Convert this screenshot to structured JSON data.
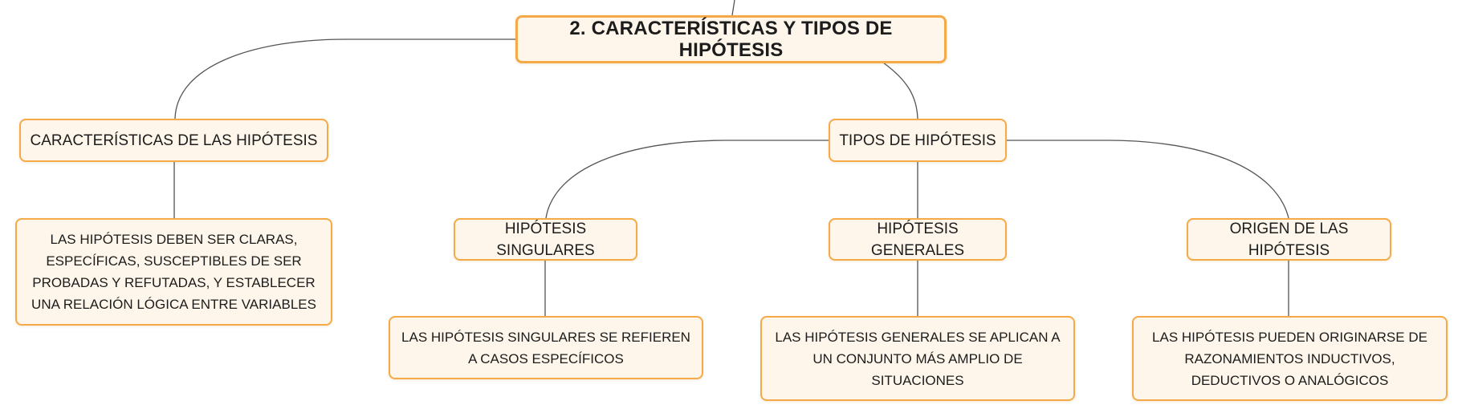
{
  "diagram": {
    "root": {
      "label": "2. CARACTERÍSTICAS Y TIPOS DE HIPÓTESIS"
    },
    "characteristics": {
      "label": "CARACTERÍSTICAS DE LAS HIPÓTESIS",
      "detail": "LAS HIPÓTESIS DEBEN SER CLARAS, ESPECÍFICAS, SUSCEPTIBLES DE SER PROBADAS Y REFUTADAS, Y ESTABLECER UNA RELACIÓN LÓGICA ENTRE VARIABLES"
    },
    "types": {
      "label": "TIPOS DE HIPÓTESIS",
      "singular": {
        "label": "HIPÓTESIS SINGULARES",
        "detail": "LAS HIPÓTESIS SINGULARES SE REFIEREN A CASOS ESPECÍFICOS"
      },
      "general": {
        "label": "HIPÓTESIS GENERALES",
        "detail": "LAS HIPÓTESIS GENERALES SE APLICAN A UN CONJUNTO MÁS AMPLIO DE SITUACIONES"
      },
      "origin": {
        "label": "ORIGEN DE LAS HIPÓTESIS",
        "detail": "LAS HIPÓTESIS PUEDEN ORIGINARSE DE RAZONAMIENTOS INDUCTIVOS, DEDUCTIVOS O ANALÓGICOS"
      }
    }
  },
  "colors": {
    "node_fill": "#fef6ea",
    "node_border": "#f5a947",
    "connector": "#555555",
    "text": "#1c1c1c"
  }
}
